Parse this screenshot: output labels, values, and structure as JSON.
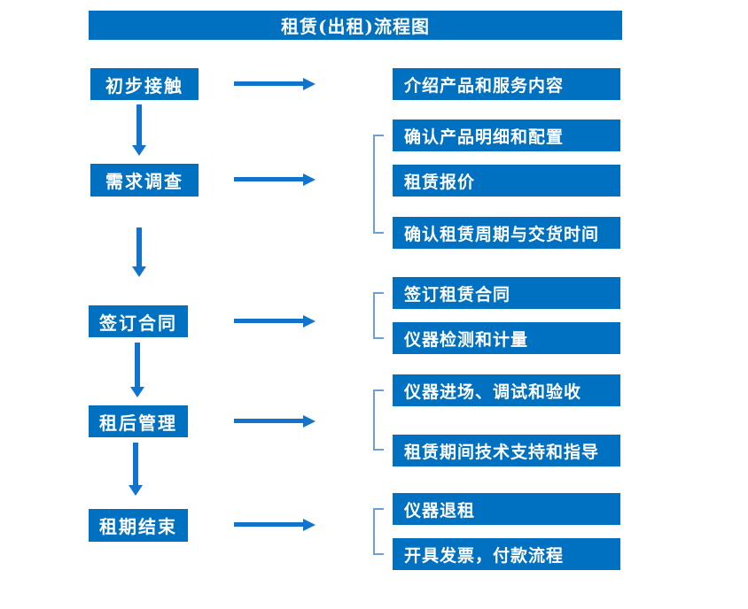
{
  "title": "租赁(出租)流程图",
  "colors": {
    "box_blue": "#0070C0",
    "arrow_blue": "#1273CC",
    "bracket_blue": "#6C9FD8",
    "text_white": "#FFFFFF"
  },
  "steps": [
    {
      "label": "初步接触",
      "details": [
        "介绍产品和服务内容"
      ]
    },
    {
      "label": "需求调查",
      "details": [
        "确认产品明细和配置",
        "租赁报价",
        "确认租赁周期与交货时间"
      ]
    },
    {
      "label": "签订合同",
      "details": [
        "签订租赁合同",
        "仪器检测和计量"
      ]
    },
    {
      "label": "租后管理",
      "details": [
        "仪器进场、调试和验收",
        "租赁期间技术支持和指导"
      ]
    },
    {
      "label": "租期结束",
      "details": [
        "仪器退租",
        "开具发票，付款流程"
      ]
    }
  ]
}
